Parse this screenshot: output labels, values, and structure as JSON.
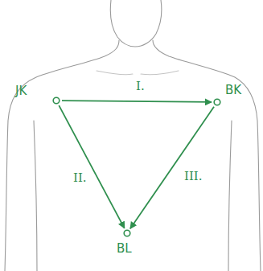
{
  "diagram": {
    "nodes": [
      {
        "text": [
          "JK"
        ]
      },
      {
        "text": [
          "BK"
        ]
      },
      {
        "text": [
          "BL"
        ]
      }
    ],
    "edges": [
      {
        "from": 0,
        "to": 1,
        "arrow": "to",
        "label": "I."
      },
      {
        "from": 0,
        "to": 2,
        "arrow": "to",
        "label": "II."
      },
      {
        "from": 1,
        "to": 2,
        "arrow": "to",
        "label": "III."
      }
    ]
  }
}
